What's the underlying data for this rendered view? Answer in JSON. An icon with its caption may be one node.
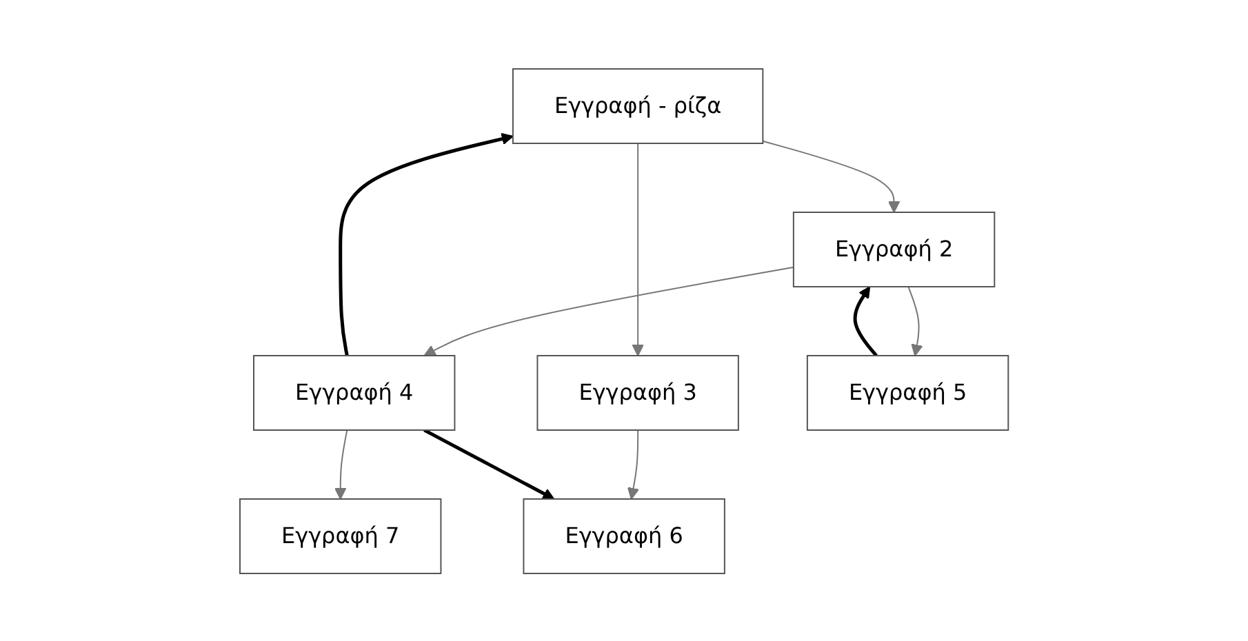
{
  "diagram": {
    "nodes": [
      {
        "text": [
          "Εγγραφή - ρίζα"
        ]
      },
      {
        "text": [
          "Εγγραφή 2"
        ]
      },
      {
        "text": [
          "Εγγραφή 3"
        ]
      },
      {
        "text": [
          "Εγγραφή 4"
        ]
      },
      {
        "text": [
          "Εγγραφή 5"
        ]
      },
      {
        "text": [
          "Εγγραφή 6"
        ]
      },
      {
        "text": [
          "Εγγραφή 7"
        ]
      }
    ],
    "edges": [
      {
        "from": 0,
        "to": 1,
        "arrow": "to"
      },
      {
        "from": 0,
        "to": 2,
        "arrow": "to"
      },
      {
        "from": 1,
        "to": 3,
        "arrow": "to"
      },
      {
        "from": 1,
        "to": 4,
        "arrow": "to"
      },
      {
        "from": 2,
        "to": 5,
        "arrow": "to"
      },
      {
        "from": 3,
        "to": 6,
        "arrow": "to"
      },
      {
        "from": 4,
        "to": 1,
        "arrow": "to",
        "style": "thick",
        "color": "#000000"
      },
      {
        "from": 3,
        "to": 0,
        "arrow": "to",
        "style": "thick",
        "color": "#000000"
      },
      {
        "from": 3,
        "to": 5,
        "arrow": "to",
        "style": "thick",
        "color": "#000000"
      }
    ]
  }
}
